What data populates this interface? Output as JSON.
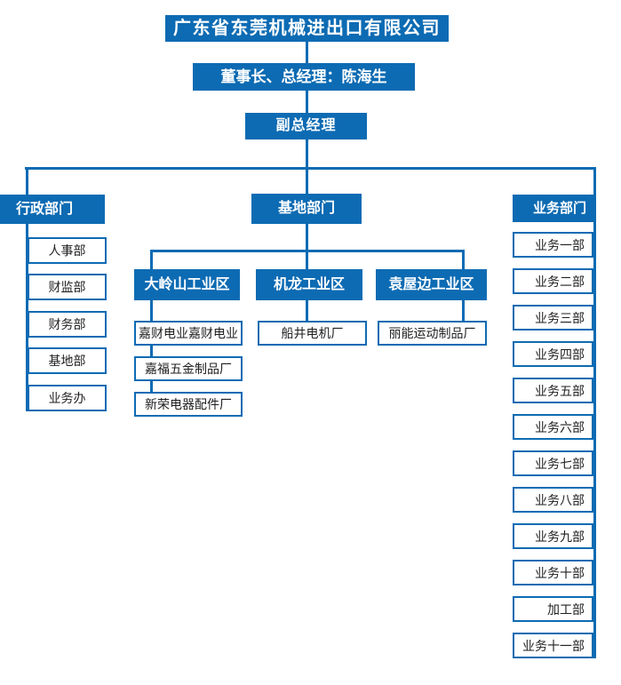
{
  "title": "广东省东莞机械进出口有限公司",
  "chairman": "董事长、总经理：陈海生",
  "vice_gm": "副总经理",
  "admin": {
    "label": "行政部门",
    "children": [
      "人事部",
      "财监部",
      "财务部",
      "基地部",
      "业务办"
    ]
  },
  "base": {
    "label": "基地部门",
    "zones": [
      {
        "label": "大岭山工业区",
        "factories": [
          "嘉财电业嘉财电业",
          "嘉福五金制品厂",
          "新荣电器配件厂"
        ]
      },
      {
        "label": "机龙工业区",
        "factories": [
          "船井电机厂"
        ]
      },
      {
        "label": "袁屋边工业区",
        "factories": [
          "丽能运动制品厂"
        ]
      }
    ]
  },
  "business": {
    "label": "业务部门",
    "children": [
      "业务一部",
      "业务二部",
      "业务三部",
      "业务四部",
      "业务五部",
      "业务六部",
      "业务七部",
      "业务八部",
      "业务九部",
      "业务十部",
      "加工部",
      "业务十一部"
    ]
  },
  "colors": {
    "primary": "#0d6bb3",
    "text_dark": "#1f1f1f"
  }
}
